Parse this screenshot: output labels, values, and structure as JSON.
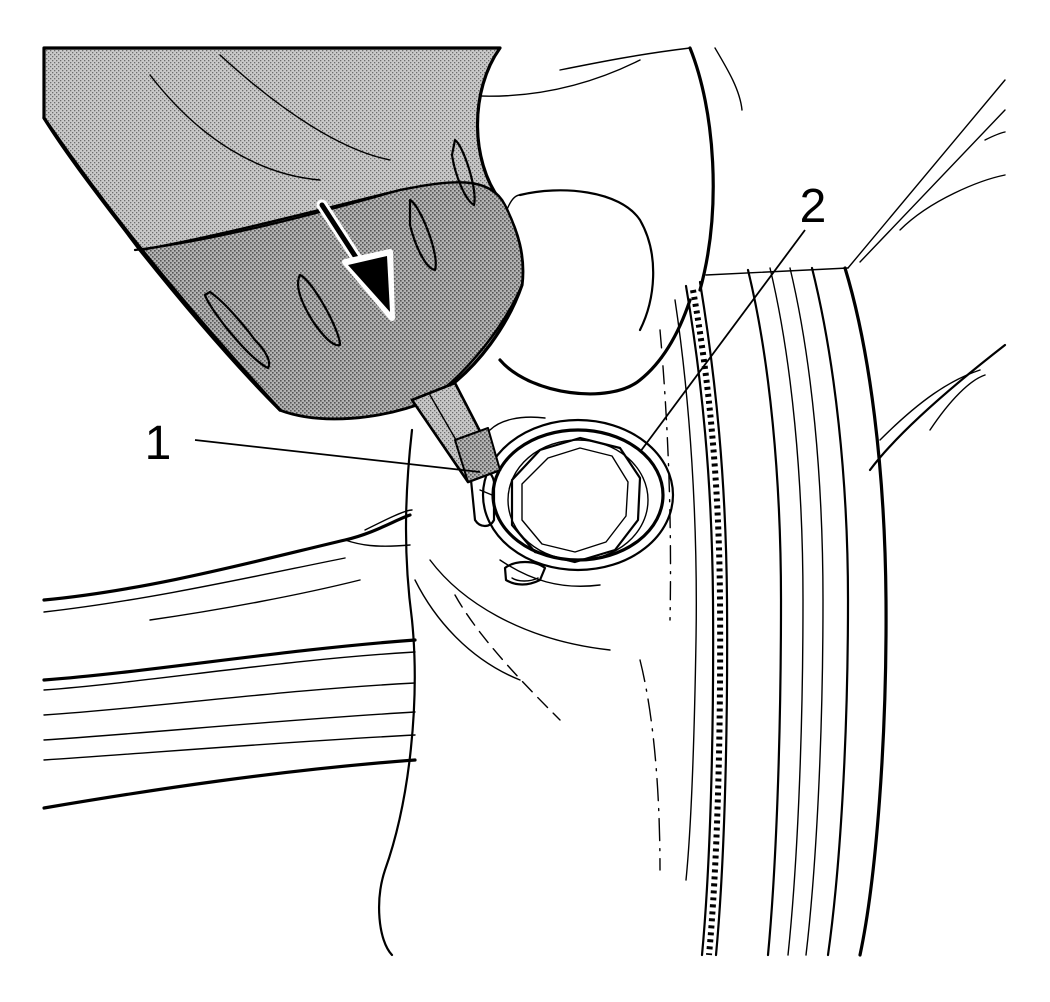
{
  "callouts": [
    {
      "id": "callout-1",
      "label": "1"
    },
    {
      "id": "callout-2",
      "label": "2"
    }
  ],
  "colors": {
    "ink": "#000000",
    "paper": "#ffffff",
    "tool_shade": "#b8b8b8",
    "tool_shade_dark": "#9a9a9a"
  },
  "icons": {
    "direction_arrow": "arrow-down-right-icon"
  }
}
